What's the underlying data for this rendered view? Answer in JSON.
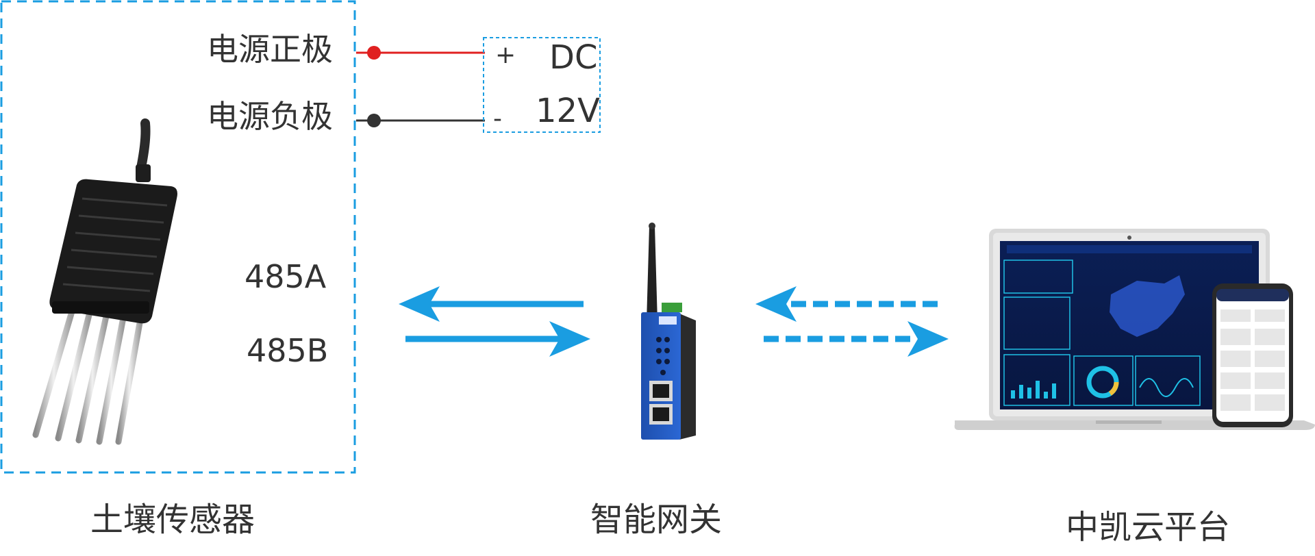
{
  "sensor": {
    "power_positive_label": "电源正极",
    "power_negative_label": "电源负极",
    "rs485_a_label": "485A",
    "rs485_b_label": "485B",
    "caption": "土壤传感器"
  },
  "power_supply": {
    "plus_symbol": "+",
    "minus_symbol": "-",
    "dc_label": "DC",
    "voltage_label": "12V"
  },
  "gateway": {
    "caption": "智能网关"
  },
  "cloud": {
    "caption": "中凯云平台"
  },
  "colors": {
    "accent_blue": "#1a9de1",
    "positive_wire": "#e02020",
    "negative_wire": "#333333",
    "text": "#333333"
  }
}
